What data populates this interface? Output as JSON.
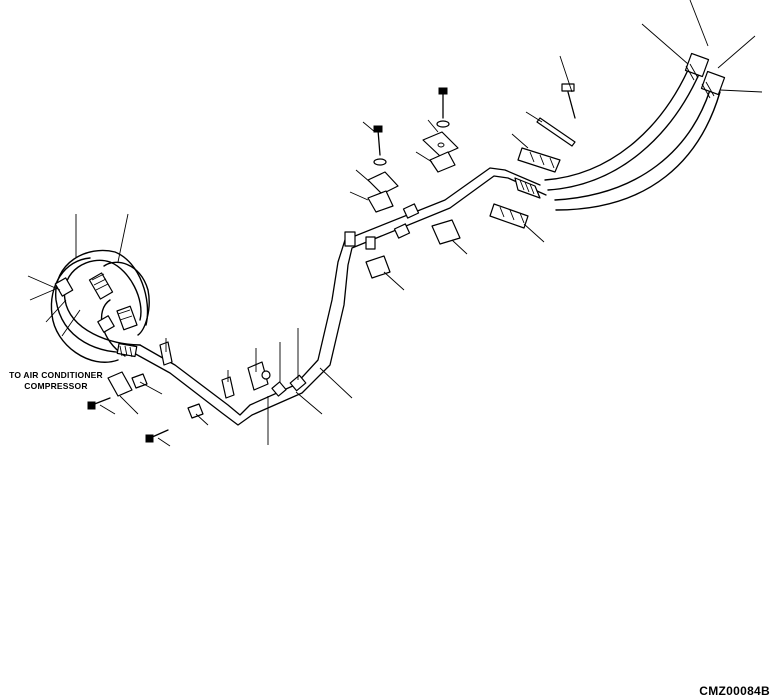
{
  "diagram": {
    "destination_label_line1": "TO AIR CONDITIONER",
    "destination_label_line2": "COMPRESSOR",
    "drawing_code": "CMZ00084B"
  }
}
